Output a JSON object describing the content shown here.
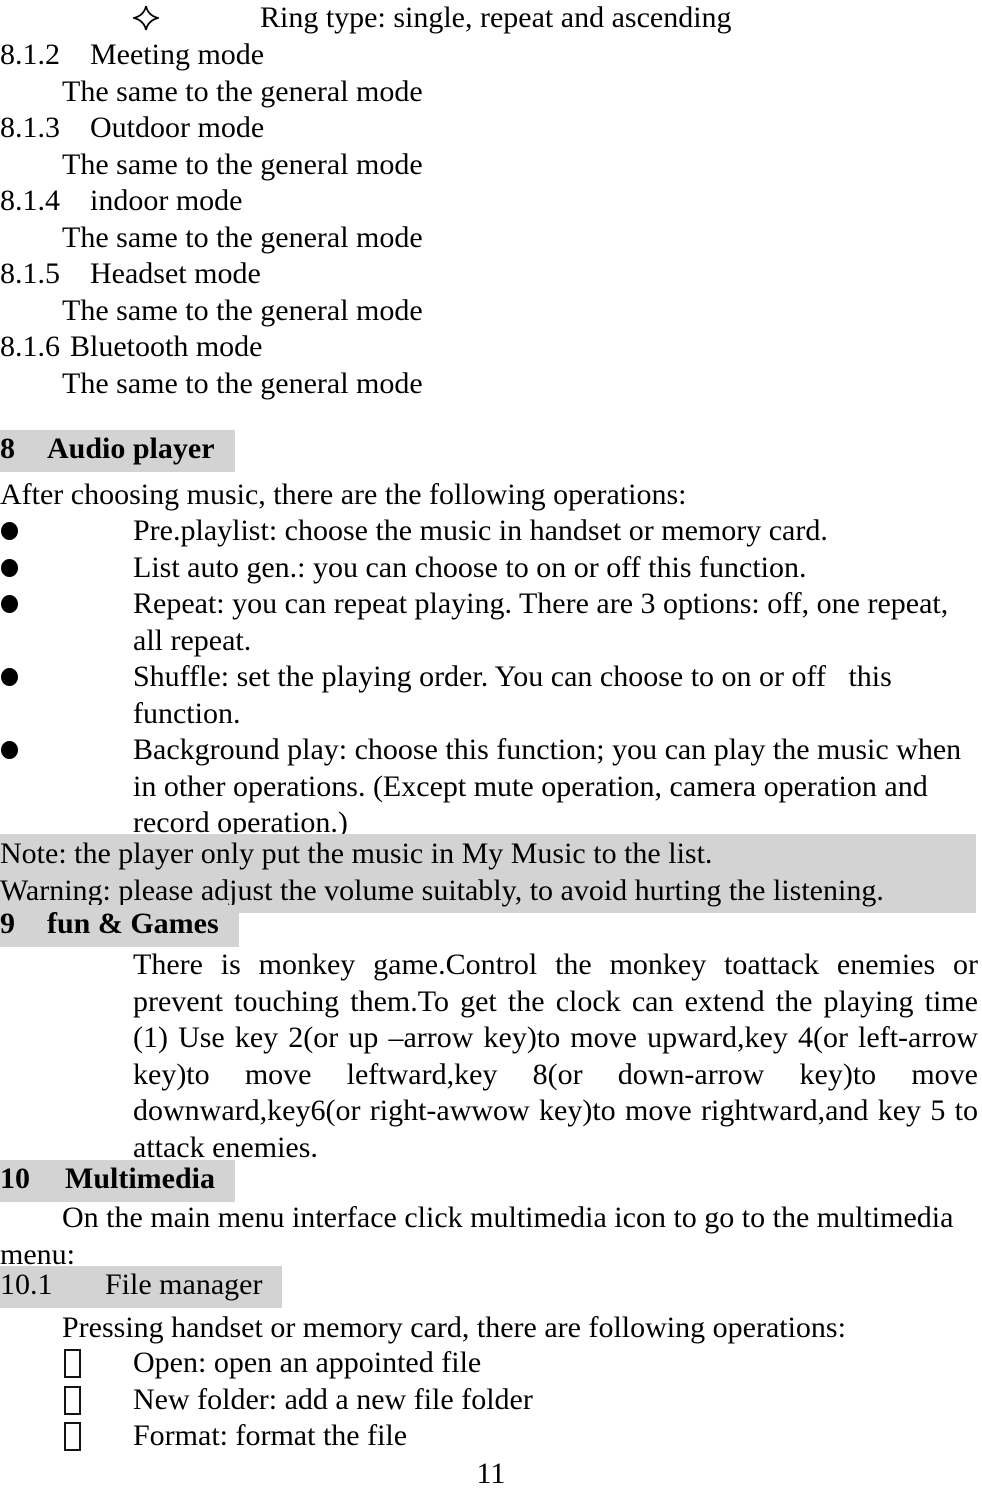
{
  "page": {
    "number": "11",
    "background_color": "#ffffff",
    "text_color": "#000000",
    "highlight_color": "#d3d3d3"
  },
  "icons": {
    "ring_bullet": "four-pointed-star-outline",
    "audio_bullet": "filled-circle",
    "file_ops_bullet": "hollow-box"
  },
  "ring_type_line": {
    "text": "Ring type: single, repeat and ascending"
  },
  "profile_modes": {
    "sections": [
      {
        "number": "8.1.2",
        "title": "Meeting mode",
        "description": "The same to the general mode"
      },
      {
        "number": "8.1.3",
        "title": "Outdoor mode",
        "description": "The same to the general mode"
      },
      {
        "number": "8.1.4",
        "title": "indoor mode",
        "description": "The same to the general mode"
      },
      {
        "number": "8.1.5",
        "title": "Headset mode",
        "description": "The same to the general mode"
      },
      {
        "number": "8.1.6",
        "title": "Bluetooth mode",
        "description": "The same to the general mode"
      }
    ]
  },
  "audio_player": {
    "heading_number": "8",
    "heading_title": "Audio player",
    "intro": "After choosing music, there are the following operations:",
    "bullets": [
      "Pre.playlist: choose the music in handset or memory card.",
      "List auto gen.: you can choose to on or off this function.",
      "Repeat: you can repeat playing. There are 3 options: off, one repeat, all repeat.",
      "Shuffle: set the playing order. You can choose to on or off   this function.",
      "Background play: choose this function; you can play the music when in other operations. (Except mute operation, camera operation and record operation.)"
    ],
    "note": "Note: the player only put the music in My Music to the list.",
    "warning": "Warning: please adjust the volume suitably, to avoid hurting the listening."
  },
  "fun_games": {
    "heading_number": "9",
    "heading_title": "fun & Games",
    "body": "There is monkey game.Control the monkey toattack enemies or prevent touching them.To get the clock can extend the playing time (1) Use key 2(or up –arrow key)to move upward,key 4(or left-arrow key)to move leftward,key 8(or down-arrow key)to move downward,key6(or right-awwow key)to move rightward,and key 5 to attack enemies."
  },
  "multimedia": {
    "heading_number": "10",
    "heading_title": "Multimedia",
    "intro": "On the main menu interface click multimedia icon to go to the multimedia menu:",
    "file_manager": {
      "heading_number": "10.1",
      "heading_title": "File manager",
      "intro": "Pressing handset or memory card, there are following operations:",
      "operations": [
        "Open: open an appointed file",
        "New folder: add a new file folder",
        "Format: format the file"
      ]
    }
  }
}
